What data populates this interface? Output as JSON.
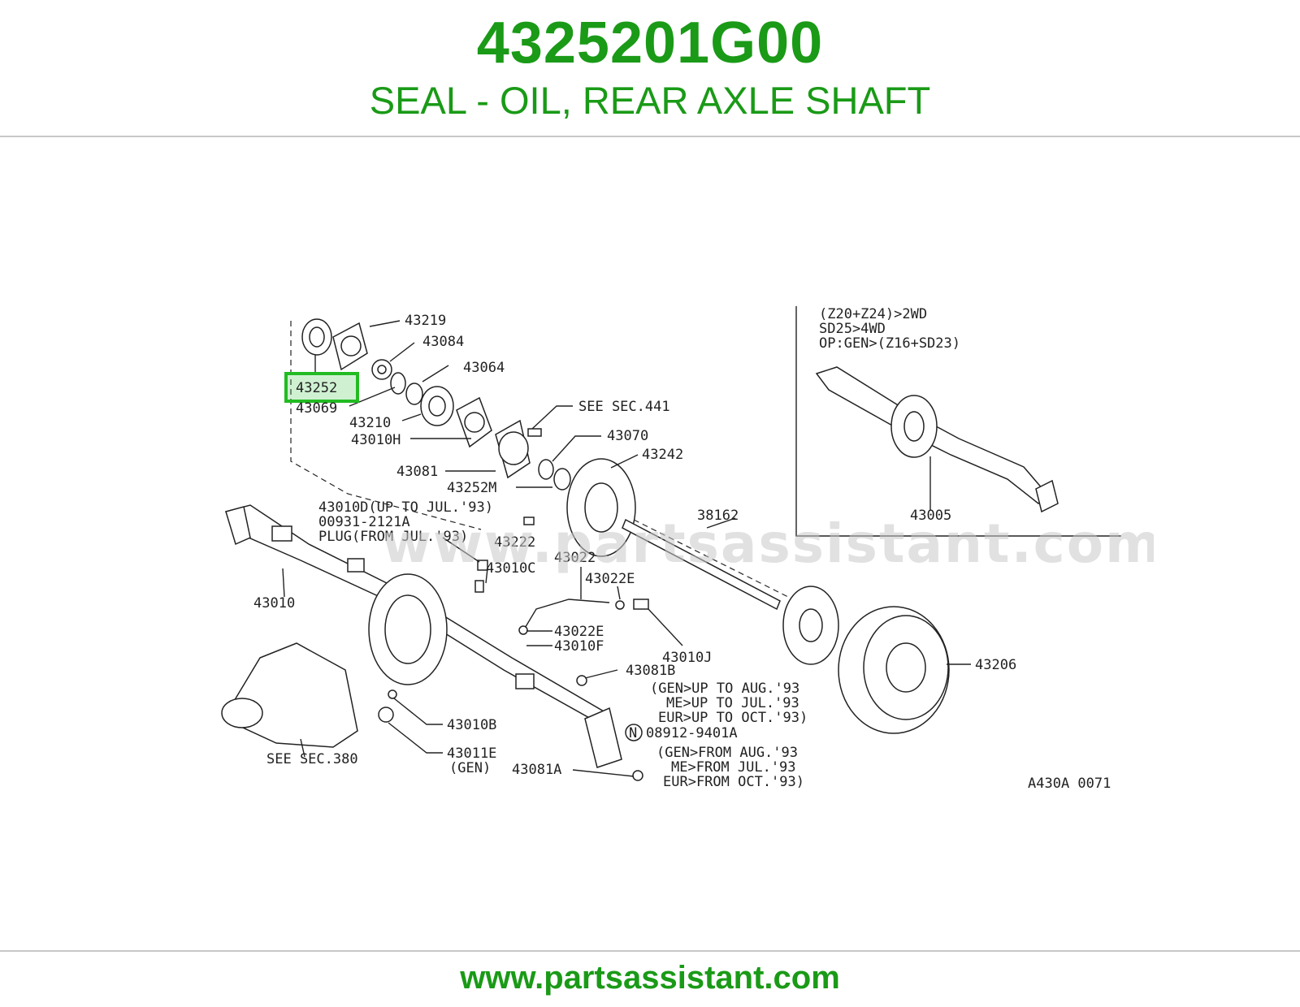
{
  "header": {
    "part_number": "4325201G00",
    "description": "SEAL - OIL, REAR AXLE SHAFT"
  },
  "footer": {
    "url": "www.partsassistant.com"
  },
  "diagram": {
    "watermark": "www.partsassistant.com",
    "code": "A430A 0071",
    "highlight_color": "#22bb22",
    "brand_color": "#1a9a17",
    "highlighted_label": "43252",
    "labels": {
      "l43219": "43219",
      "l43084": "43084",
      "l43064": "43064",
      "l43252": "43252",
      "l43069": "43069",
      "l43210": "43210",
      "l43010H": "43010H",
      "l_see441": "SEE SEC.441",
      "l43070": "43070",
      "l43242": "43242",
      "l43081": "43081",
      "l43252M": "43252M",
      "l43010D": "43010D(UP TO JUL.'93)",
      "l00931": "00931-2121A",
      "l_plug": "PLUG(FROM JUL.'93)",
      "l43222": "43222",
      "l38162": "38162",
      "l43022": "43022",
      "l43010C": "43010C",
      "l43022E_a": "43022E",
      "l43010": "43010",
      "l43022E_b": "43022E",
      "l43010F": "43010F",
      "l43010J": "43010J",
      "l43081B": "43081B",
      "l43206": "43206",
      "l_gen_up": "(GEN>UP TO AUG.'93",
      "l_me_up": "ME>UP TO JUL.'93",
      "l_eur_up": "EUR>UP TO OCT.'93)",
      "l08912": "08912-9401A",
      "l_n": "N",
      "l_gen_from": "(GEN>FROM AUG.'93",
      "l_me_from": "ME>FROM JUL.'93",
      "l_eur_from": "EUR>FROM OCT.'93)",
      "l43010B": "43010B",
      "l43011E": "43011E",
      "l_gen": "(GEN)",
      "l43081A": "43081A",
      "l_see380": "SEE SEC.380",
      "inset_1": "(Z20+Z24)>2WD",
      "inset_2": "SD25>4WD",
      "inset_3": "OP:GEN>(Z16+SD23)",
      "l43005": "43005"
    }
  }
}
